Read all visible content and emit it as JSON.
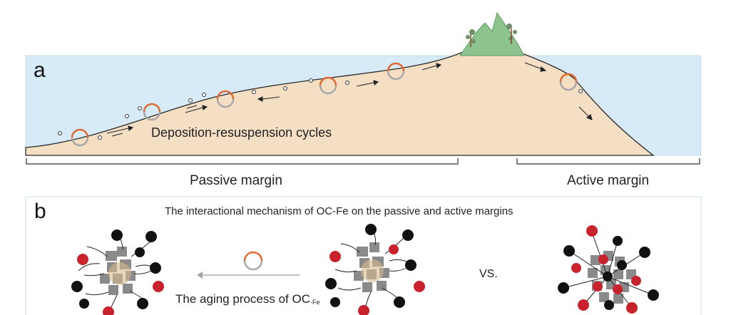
{
  "panel_a": {
    "label": "a",
    "cycle_text": "Deposition-resuspension cycles",
    "passive_label": "Passive margin",
    "active_label": "Active margin"
  },
  "panel_b": {
    "label": "b",
    "title": "The interactional mechanism of OC-Fe on the passive and active margins",
    "aging_text": "The aging process of OC",
    "aging_sub": "-Fe",
    "vs_text": "VS."
  },
  "colors": {
    "sea": "#d6ebf7",
    "sediment": "#f5dfc4",
    "mountain": "#8cc38f",
    "cycle_orange": "#e06a30",
    "cycle_grey": "#a7a7a7",
    "fe_red": "#c8232c",
    "oc_black": "#111111",
    "mineral_grey": "#8a8a8a"
  }
}
